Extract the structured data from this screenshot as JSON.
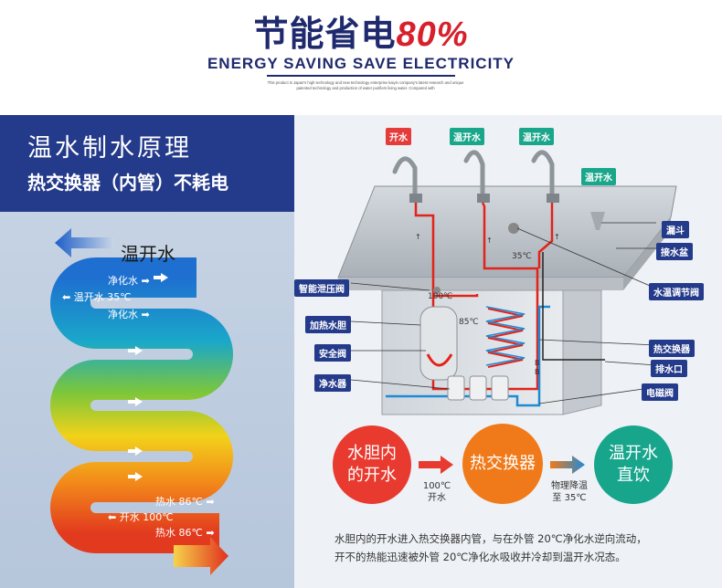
{
  "header": {
    "title_main": "节能省电",
    "title_highlight": "80%",
    "subtitle": "ENERGY SAVING SAVE ELECTRICITY",
    "small_text": "This product is Japan's high technology and new technology enterprise kaiyin company's latest research and unique patented technology and production of water purifiers living water. Compared with"
  },
  "left": {
    "title_line1": "温水制水原理",
    "title_line2": "热交换器（内管）不耗电",
    "out_label": "温开水",
    "pipe_labels": {
      "jinghua1": "净化水",
      "wenkai": "温开水 35℃",
      "jinghua2": "净化水",
      "reshui1": "热水 86℃",
      "kaishui": "开水 100℃",
      "reshui2": "热水 86℃"
    }
  },
  "right": {
    "tap_labels": {
      "kaishui": "开水",
      "wenkai1": "温开水",
      "wenkai2": "温开水",
      "wenkai3": "温开水"
    },
    "left_labels": [
      "智能泄压阀",
      "加热水胆",
      "安全阀",
      "净水器"
    ],
    "right_labels": [
      "漏斗",
      "接水盆",
      "水温调节阀",
      "热交换器",
      "排水口",
      "电磁阀"
    ],
    "temps": {
      "t100": "100℃",
      "t85": "85℃",
      "t35": "35℃",
      "b1": "B",
      "b2": "B"
    },
    "flow": {
      "circle1": [
        "水胆内",
        "的开水"
      ],
      "arrow1_text": [
        "100℃",
        "开水"
      ],
      "circle2": "热交换器",
      "arrow2_text": [
        "物理降温",
        "至 35℃"
      ],
      "circle3": [
        "温开水",
        "直饮"
      ]
    },
    "description": [
      "水胆内的开水进入热交换器内管，与在外管 20℃净化水逆向流动，",
      "开不的热能迅速被外管 20℃净化水吸收并冷却到温开水况态。"
    ]
  },
  "colors": {
    "navy": "#1f2a6e",
    "accent_red": "#d8202c",
    "label_red": "#e53b3b",
    "label_green": "#1aa68a",
    "label_navy": "#243a8a",
    "circle_red": "#e83a2f",
    "circle_orange": "#f07a1a",
    "circle_teal": "#17a58c"
  }
}
